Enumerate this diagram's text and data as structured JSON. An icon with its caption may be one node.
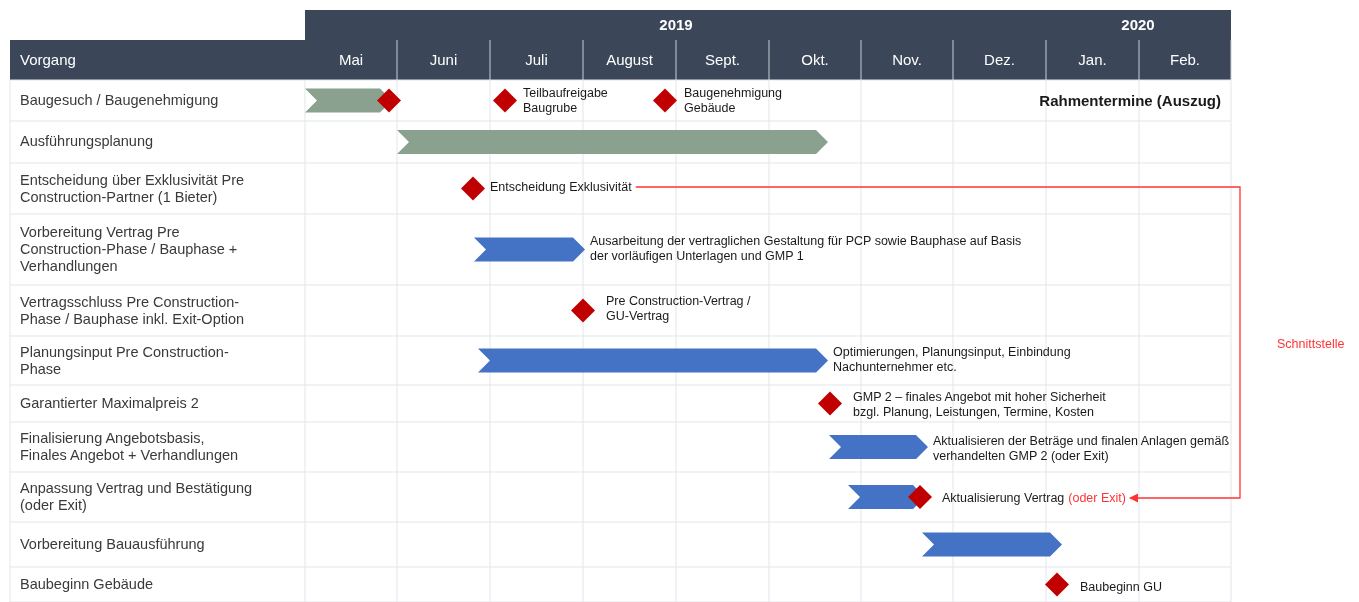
{
  "diagram": {
    "nodes": [
      {
        "text": [
          "Entscheidung Exklusivität"
        ]
      },
      {
        "text": [
          "Aktualisierung Vertrag",
          "(oder Exit)"
        ]
      }
    ],
    "edges": [
      {
        "from": 0,
        "to": 1,
        "arrow": "to",
        "label": "Schnittstelle",
        "color": "#ff3333"
      }
    ],
    "labels": [
      "2019",
      "2020",
      "Vorgang",
      "Mai",
      "Juni",
      "Juli",
      "August",
      "Sept.",
      "Okt.",
      "Nov.",
      "Dez.",
      "Jan.",
      "Feb.",
      "Baugesuch / Baugenehmigung",
      "Teilbaufreigabe Baugrube",
      "Baugenehmigung Gebäude",
      "Rahmentermine (Auszug)",
      "Ausführungsplanung",
      "Entscheidung über Exklusivität Pre Construction-Partner (1 Bieter)",
      "Vorbereitung Vertrag Pre Construction-Phase / Bauphase + Verhandlungen",
      "Ausarbeitung der vertraglichen Gestaltung für PCP sowie Bauphase auf Basis der vorläufigen Unterlagen und GMP 1",
      "Vertragsschluss Pre Construction-Phase / Bauphase inkl. Exit-Option",
      "Pre Construction-Vertrag / GU-Vertrag",
      "Planungsinput Pre Construction-Phase",
      "Optimierungen, Planungsinput, Einbindung Nachunternehmer etc.",
      "Garantierter Maximalpreis 2",
      "GMP 2 – finales Angebot mit hoher Sicherheit bzgl. Planung, Leistungen, Termine, Kosten",
      "Finalisierung Angebotsbasis, Finales Angebot + Verhandlungen",
      "Aktualisieren der Beträge und finalen Anlagen gemäß verhandelten GMP 2 (oder Exit)",
      "Anpassung Vertrag und Bestätigung (oder Exit)",
      "Vorbereitung Bauausführung",
      "Baubeginn Gebäude",
      "Baubeginn GU"
    ]
  }
}
